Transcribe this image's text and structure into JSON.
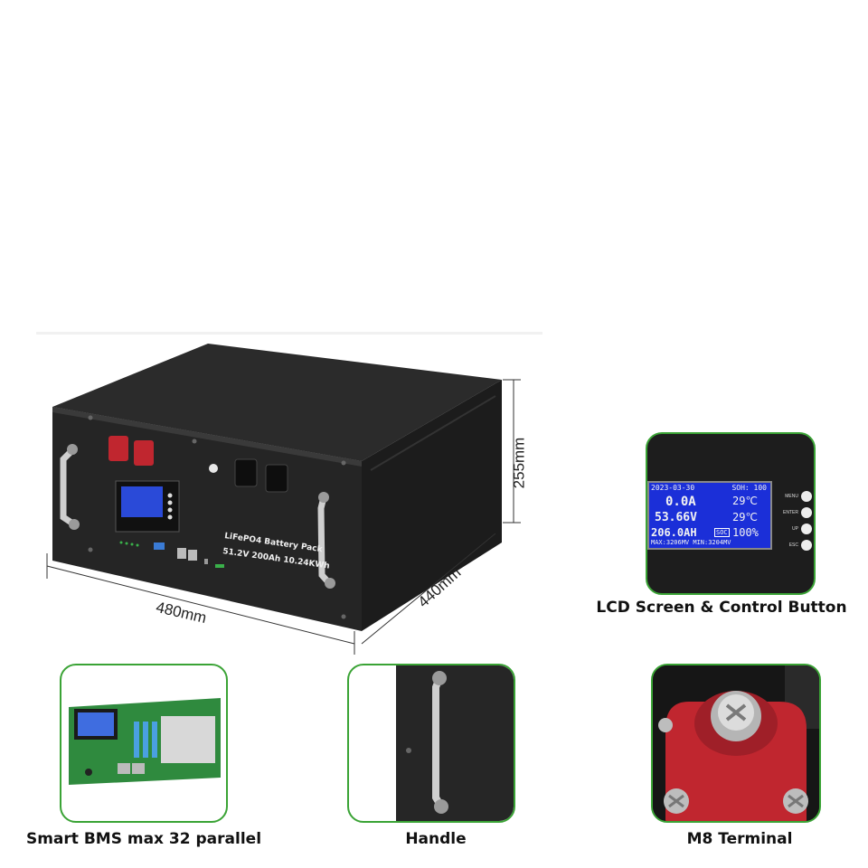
{
  "battery": {
    "label_line1": "LiFePO4 Battery Pack",
    "label_line2": "51.2V 200Ah 10.24KWh",
    "dim_width": "480mm",
    "dim_depth": "440mm",
    "dim_height": "255mm"
  },
  "lcd": {
    "date": "2023-03-30",
    "soh": "SOH: 100",
    "current": "0.0A",
    "temp1": "29℃",
    "voltage": "53.66V",
    "temp2": "29℃",
    "capacity": "206.0AH",
    "soc_tag": "SOC",
    "soc": "100%",
    "minmax": "MAX:3206MV MIN:3204MV",
    "buttons": [
      "MENU",
      "ENTER",
      "UP",
      "ESC"
    ]
  },
  "captions": {
    "lcd": "LCD Screen & Control Button",
    "bms": "Smart BMS max 32 parallel",
    "handle": "Handle",
    "terminal": "M8 Terminal"
  },
  "colors": {
    "accent_border": "#3aa335",
    "lcd_blue": "#1b2fd8",
    "terminal_red": "#c0262f"
  }
}
